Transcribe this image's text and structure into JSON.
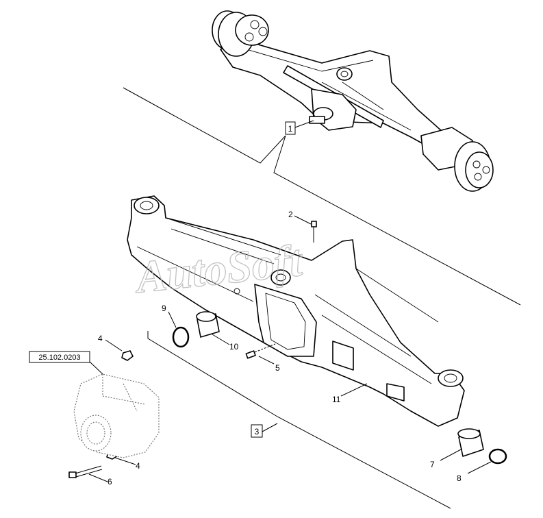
{
  "reference_code": "25.102.0203",
  "watermark": "AutoSoft",
  "callouts": {
    "c1": "1",
    "c2": "2",
    "c3": "3",
    "c4a": "4",
    "c4b": "4",
    "c5": "5",
    "c6": "6",
    "c7": "7",
    "c8": "8",
    "c9": "9",
    "c10": "10",
    "c11": "11"
  }
}
